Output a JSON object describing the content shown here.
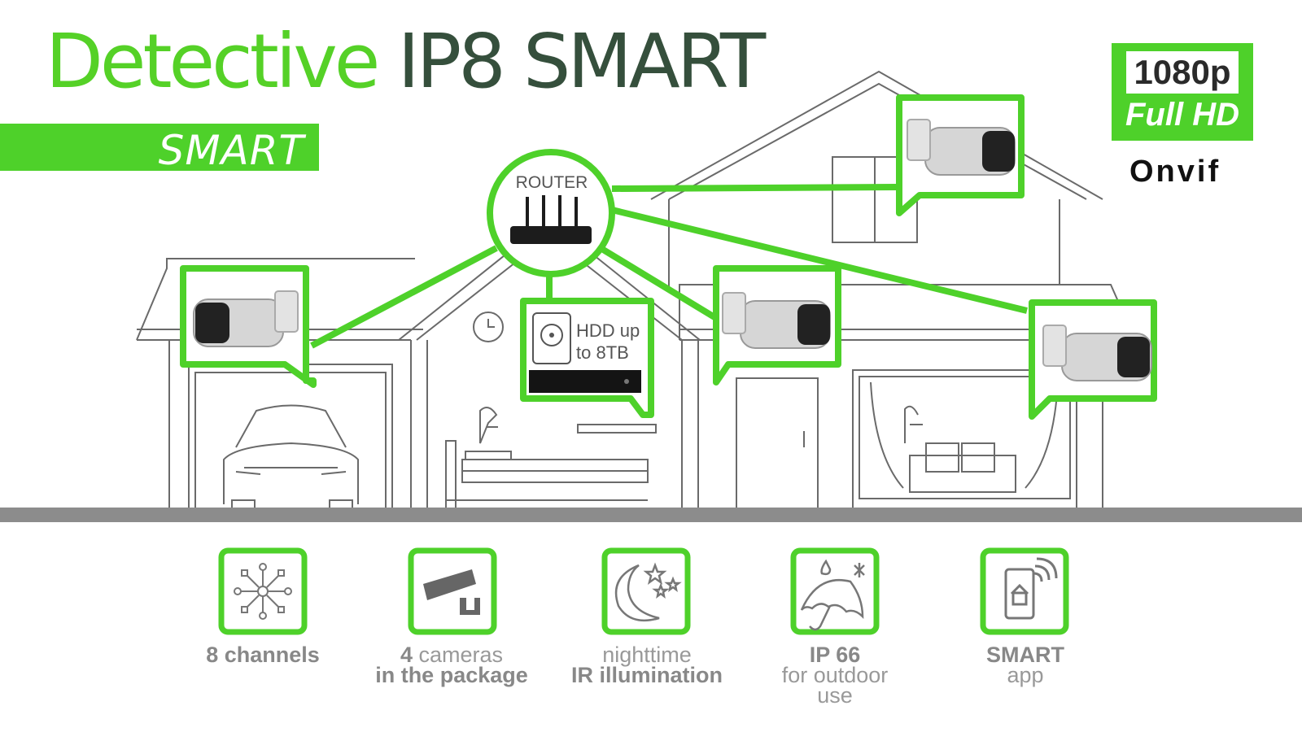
{
  "title": {
    "part1": "Detective ",
    "part2": "IP8 SMART"
  },
  "smart_logo": "SMART",
  "badge": {
    "line1": "1080p",
    "line2": "Full HD"
  },
  "onvif": "Onvif",
  "router_label": "ROUTER",
  "hdd_label": {
    "line1": "HDD up",
    "line2": "to 8TB"
  },
  "features": [
    {
      "icon": "channels-icon",
      "bold1": "8 channels",
      "normal": "",
      "bold2": ""
    },
    {
      "icon": "camera-icon",
      "bold1": "4",
      "normal": " cameras",
      "bold2": "in the package"
    },
    {
      "icon": "moon-icon",
      "bold1": "",
      "normal": "nighttime",
      "bold2": "IR illumination"
    },
    {
      "icon": "umbrella-icon",
      "bold1": "IP 66",
      "normal": "for outdoor use",
      "bold2": ""
    },
    {
      "icon": "smartphone-icon",
      "bold1": "SMART",
      "normal": "app",
      "bold2": ""
    }
  ],
  "colors": {
    "accent": "#4ed12a",
    "dark": "#354f3c",
    "gray": "#8c8c8c"
  }
}
